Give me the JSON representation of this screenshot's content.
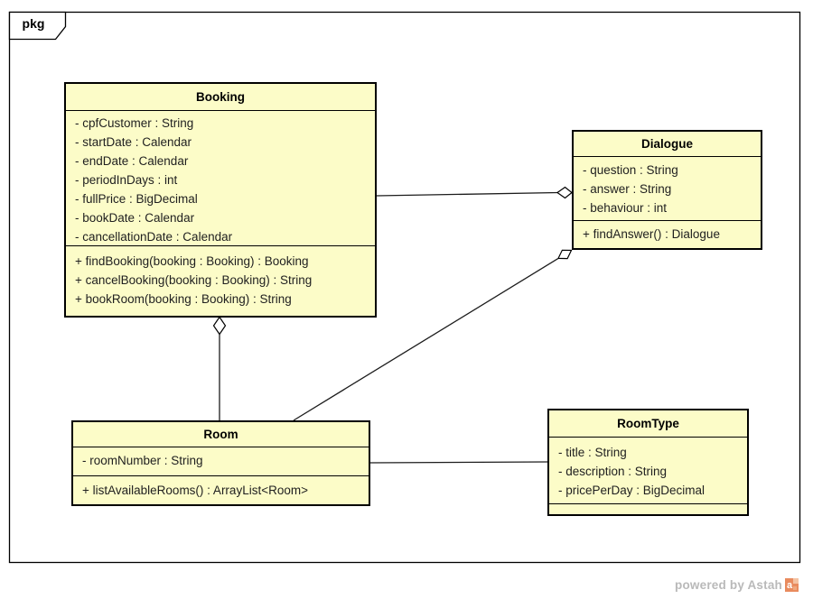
{
  "package": {
    "label": "pkg"
  },
  "diagram_type": "uml-class-diagram",
  "colors": {
    "class_fill": "#FCFCC8",
    "border": "#000000",
    "line": "#1c1c1c",
    "watermark_text": "#b9b9b9",
    "logo_orange": "#e98b5e"
  },
  "classes": [
    {
      "id": "booking",
      "name": "Booking",
      "attributes": [
        "- cpfCustomer : String",
        "- startDate : Calendar",
        "- endDate : Calendar",
        "- periodInDays : int",
        "- fullPrice : BigDecimal",
        "- bookDate : Calendar",
        "- cancellationDate : Calendar"
      ],
      "methods": [
        "+ findBooking(booking : Booking) : Booking",
        "+ cancelBooking(booking : Booking) : String",
        "+ bookRoom(booking : Booking) : String"
      ]
    },
    {
      "id": "dialogue",
      "name": "Dialogue",
      "attributes": [
        "- question : String",
        "- answer : String",
        "- behaviour : int"
      ],
      "methods": [
        "+ findAnswer() : Dialogue"
      ]
    },
    {
      "id": "room",
      "name": "Room",
      "attributes": [
        "- roomNumber : String"
      ],
      "methods": [
        "+ listAvailableRooms() : ArrayList<Room>"
      ]
    },
    {
      "id": "roomtype",
      "name": "RoomType",
      "attributes": [
        "- title : String",
        "- description : String",
        "- pricePerDay : BigDecimal"
      ],
      "methods": []
    }
  ],
  "relationships": [
    {
      "from": "Booking",
      "to": "Dialogue",
      "type": "aggregation",
      "diamond_at": "Dialogue"
    },
    {
      "from": "Room",
      "to": "Booking",
      "type": "aggregation",
      "diamond_at": "Booking"
    },
    {
      "from": "Room",
      "to": "Dialogue",
      "type": "aggregation",
      "diamond_at": "Dialogue"
    },
    {
      "from": "Room",
      "to": "RoomType",
      "type": "association",
      "diamond_at": null
    }
  ],
  "watermark": {
    "text": "powered by Astah",
    "logo_letter": "a"
  }
}
